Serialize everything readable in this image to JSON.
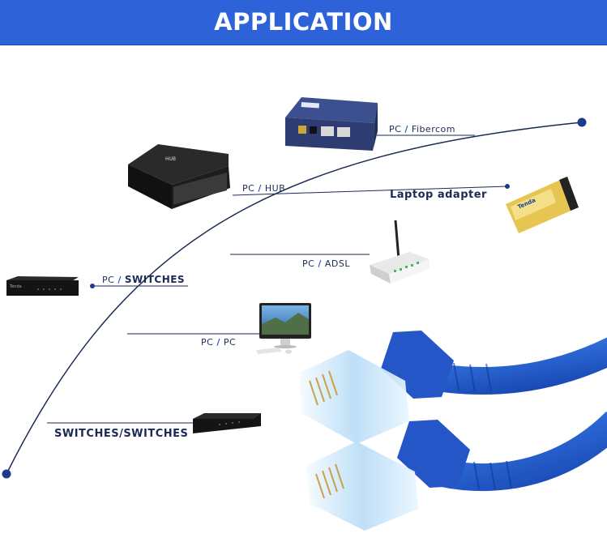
{
  "banner": {
    "title": "APPLICATION"
  },
  "connections": {
    "fibercom": {
      "left": "PC",
      "sep": "/",
      "right": "Fibercom"
    },
    "hub": {
      "left": "PC",
      "sep": "/",
      "right": "HUB"
    },
    "laptop": {
      "label": "Laptop adapter"
    },
    "adsl": {
      "left": "PC",
      "sep": "/",
      "right": "ADSL"
    },
    "switches": {
      "left": "PC",
      "sep": "/",
      "right": "SWITCHES"
    },
    "pc": {
      "left": "PC",
      "sep": "/",
      "right": "PC"
    },
    "switch_switch": {
      "label": "SWITCHES/SWITCHES"
    }
  },
  "colors": {
    "banner": "#2e62d8",
    "line": "#1b2a55",
    "cable": "#1e5fd6"
  },
  "icons": [
    "fiber-converter-image",
    "hub-image",
    "laptop-adapter-card-image",
    "adsl-router-image",
    "switch-image",
    "desktop-pc-image",
    "switch-image-2",
    "rj45-cable-image"
  ]
}
